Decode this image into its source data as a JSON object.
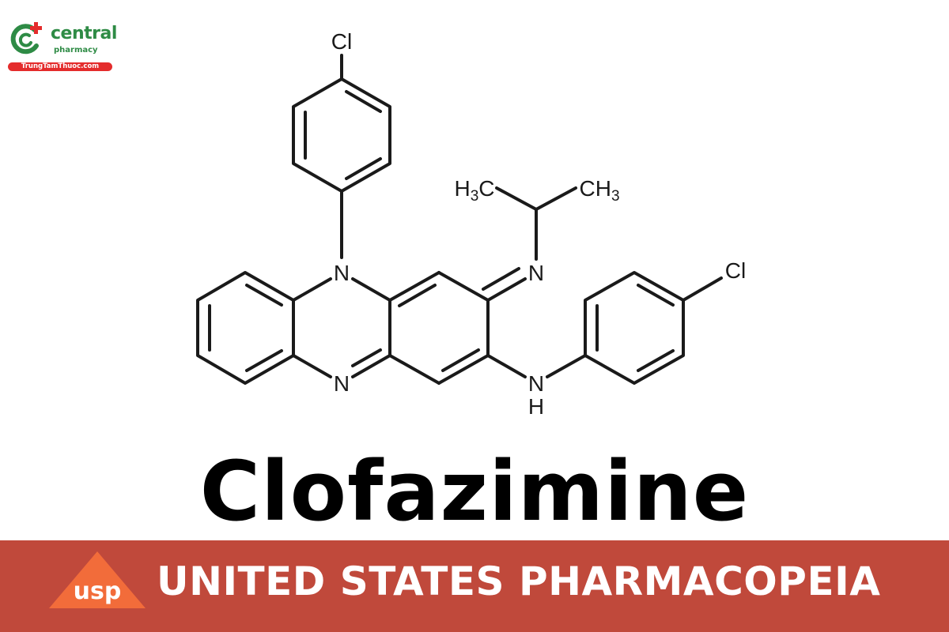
{
  "brand": {
    "name": "central",
    "subtitle": "pharmacy",
    "url_badge": "TrungTamThuoc.com",
    "colors": {
      "green": "#2e8b45",
      "red": "#e42c2c"
    }
  },
  "structure": {
    "atoms": {
      "cl_top": "Cl",
      "n_ring_top": "N",
      "n_ring_bottom": "N",
      "n_imine": "N",
      "h3c": "H3C",
      "ch3": "CH3",
      "nh_n": "N",
      "nh_h": "H",
      "cl_right": "Cl"
    }
  },
  "title": "Clofazimine",
  "banner": {
    "logo_text": "usp",
    "text": "UNITED STATES PHARMACOPEIA",
    "colors": {
      "background": "#c0493b",
      "triangle": "#f26c3a",
      "text": "#ffffff"
    }
  }
}
